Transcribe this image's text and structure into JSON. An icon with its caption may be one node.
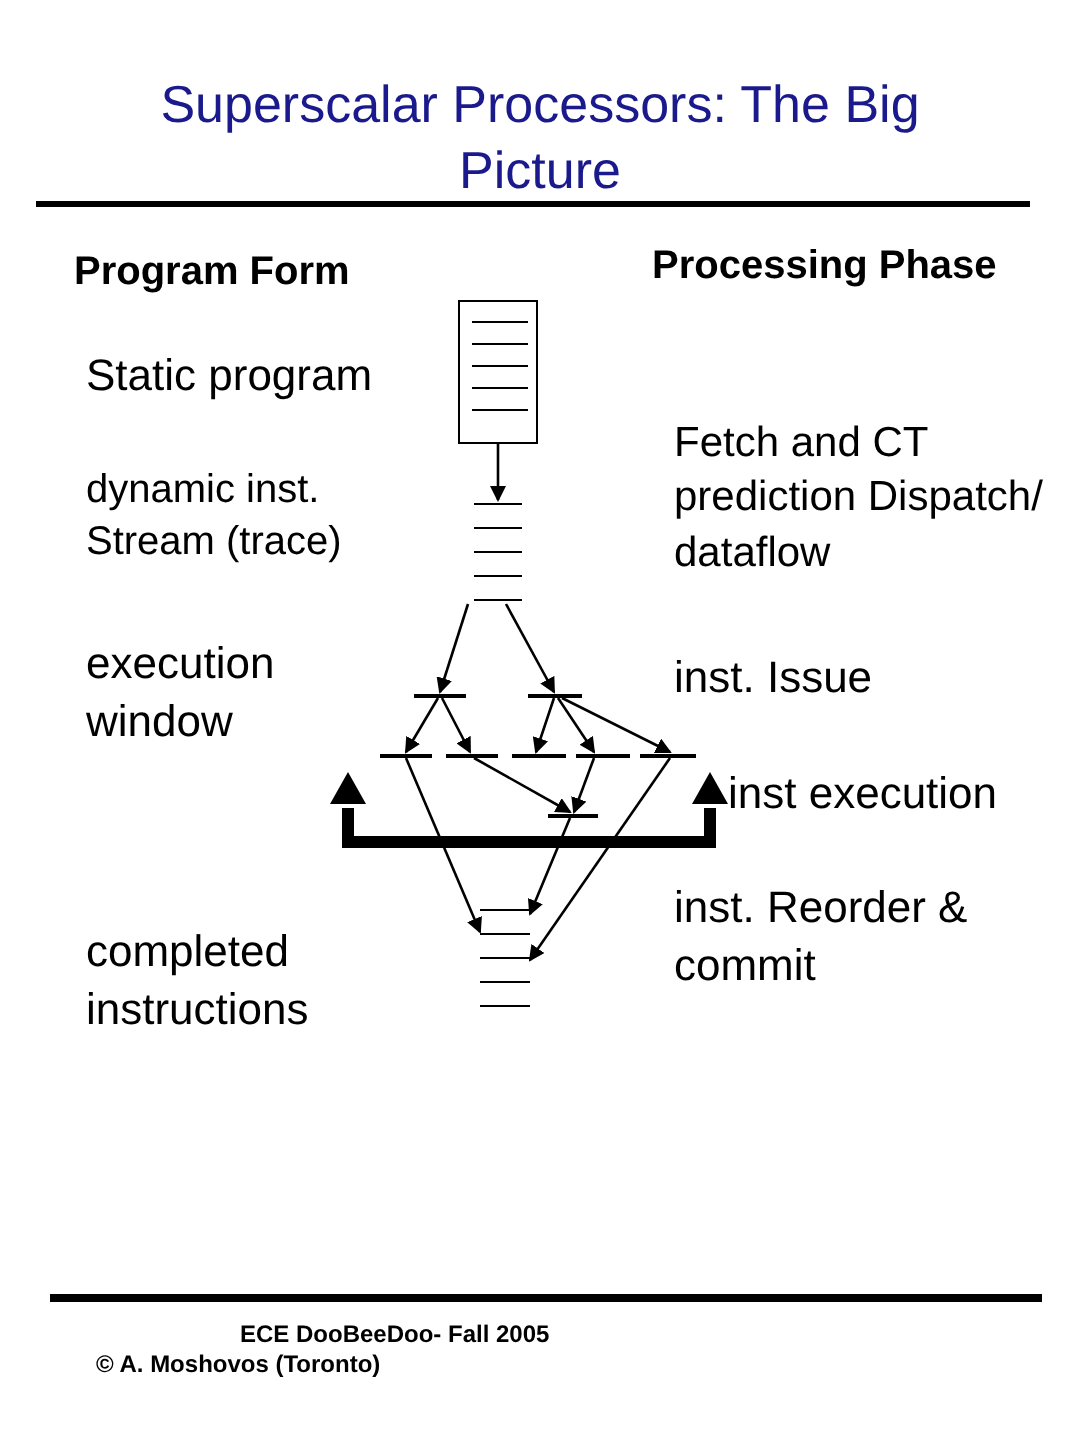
{
  "diagram": {
    "title": "Superscalar Processors: The Big Picture",
    "nodes": [
      {
        "text": [],
        "shape": "box"
      },
      {
        "text": [],
        "shape": "bar"
      },
      {
        "text": [],
        "shape": "bar"
      },
      {
        "text": [],
        "shape": "bar"
      },
      {
        "text": [],
        "shape": "bar"
      },
      {
        "text": [],
        "shape": "bar"
      },
      {
        "text": [],
        "shape": "bar"
      },
      {
        "text": [],
        "shape": "bar"
      },
      {
        "text": [],
        "shape": "bar"
      },
      {
        "text": [],
        "shape": "bar"
      },
      {
        "text": [],
        "shape": "bar"
      }
    ],
    "edges": [
      {
        "from": 0,
        "to": 1,
        "arrow": "to"
      },
      {
        "from": 1,
        "to": 2,
        "arrow": "to"
      },
      {
        "from": 1,
        "to": 3,
        "arrow": "to"
      },
      {
        "from": 2,
        "to": 4,
        "arrow": "to"
      },
      {
        "from": 2,
        "to": 5,
        "arrow": "to"
      },
      {
        "from": 3,
        "to": 6,
        "arrow": "to"
      },
      {
        "from": 3,
        "to": 7,
        "arrow": "to"
      },
      {
        "from": 3,
        "to": 8,
        "arrow": "to"
      },
      {
        "from": 5,
        "to": 9,
        "arrow": "to"
      },
      {
        "from": 7,
        "to": 9,
        "arrow": "to"
      },
      {
        "from": 4,
        "to": 10,
        "arrow": "to"
      },
      {
        "from": 9,
        "to": 10,
        "arrow": "to"
      },
      {
        "from": 8,
        "to": 10,
        "arrow": "to"
      }
    ],
    "labels": [
      "Program Form",
      "Processing Phase",
      "Static program",
      "dynamic inst. Stream (trace)",
      "Fetch and CT prediction Dispatch/ dataflow",
      "execution window",
      "inst. Issue",
      "inst execution",
      "completed instructions",
      "inst. Reorder & commit",
      "ECE DooBeeDoo- Fall 2005",
      "© A. Moshovos (Toronto)"
    ]
  }
}
